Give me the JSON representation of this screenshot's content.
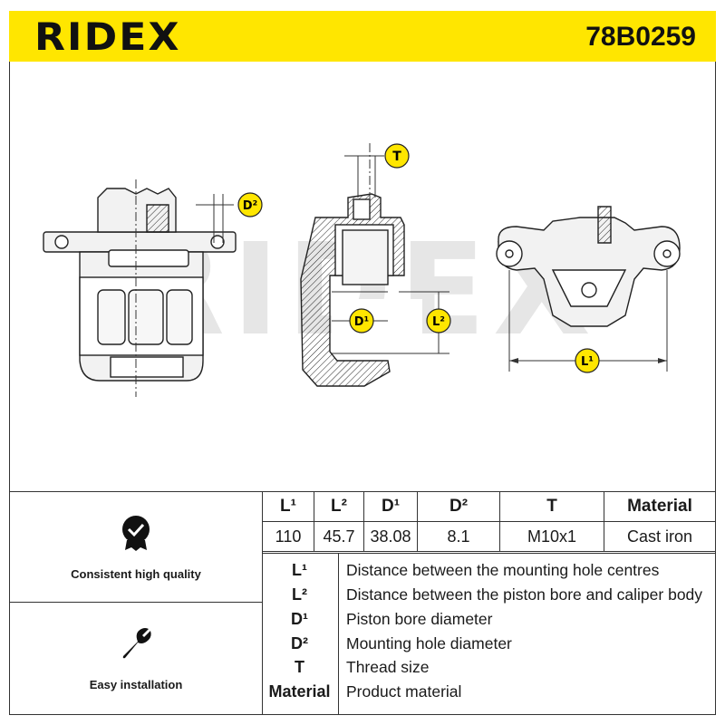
{
  "header": {
    "brand": "RIDEX",
    "part_number": "78B0259",
    "accent_color": "#FFE600"
  },
  "drawing": {
    "labels": {
      "t": "T",
      "d2": "D²",
      "d1": "D¹",
      "l2": "L²",
      "l1": "L¹"
    }
  },
  "features": [
    {
      "icon": "quality-badge-icon",
      "label": "Consistent high quality"
    },
    {
      "icon": "wrench-icon",
      "label": "Easy installation"
    }
  ],
  "specs": {
    "headers": [
      "L¹",
      "L²",
      "D¹",
      "D²",
      "T",
      "Material"
    ],
    "values": [
      "110",
      "45.7",
      "38.08",
      "8.1",
      "M10x1",
      "Cast iron"
    ]
  },
  "legend": [
    {
      "key": "L¹",
      "desc": "Distance between the mounting hole centres"
    },
    {
      "key": "L²",
      "desc": "Distance between the piston bore and caliper body"
    },
    {
      "key": "D¹",
      "desc": "Piston bore diameter"
    },
    {
      "key": "D²",
      "desc": "Mounting hole diameter"
    },
    {
      "key": "T",
      "desc": "Thread size"
    },
    {
      "key": "Material",
      "desc": "Product material"
    }
  ]
}
